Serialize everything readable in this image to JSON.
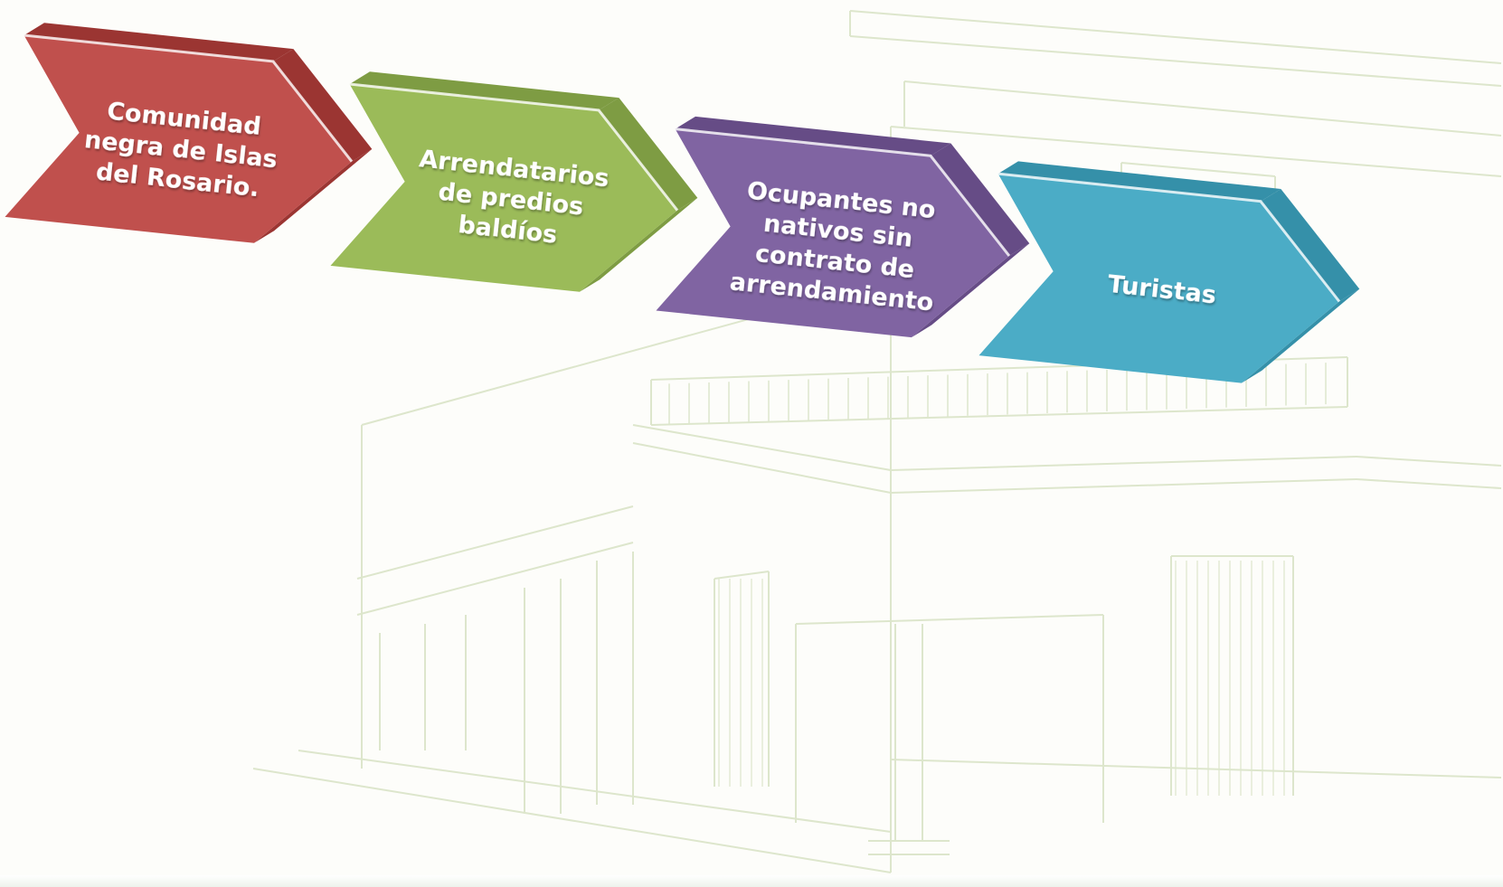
{
  "diagram": {
    "type": "chevron-process",
    "steps": [
      {
        "label_lines": [
          "Comunidad",
          "negra de Islas",
          "del Rosario."
        ],
        "color": "#c0504d",
        "side_color": "#9b3532"
      },
      {
        "label_lines": [
          "Arrendatarios",
          "de predios",
          "baldíos"
        ],
        "color": "#9bbb59",
        "side_color": "#7e9c43"
      },
      {
        "label_lines": [
          "Ocupantes no",
          "nativos sin",
          "contrato de",
          "arrendamiento"
        ],
        "color": "#8064a2",
        "side_color": "#664c86"
      },
      {
        "label_lines": [
          "Turistas"
        ],
        "color": "#4bacc6",
        "side_color": "#3590a9"
      }
    ]
  },
  "background": {
    "subject": "faded line sketch of colonial corner building with balconies",
    "line_color": "#dde6cc"
  }
}
